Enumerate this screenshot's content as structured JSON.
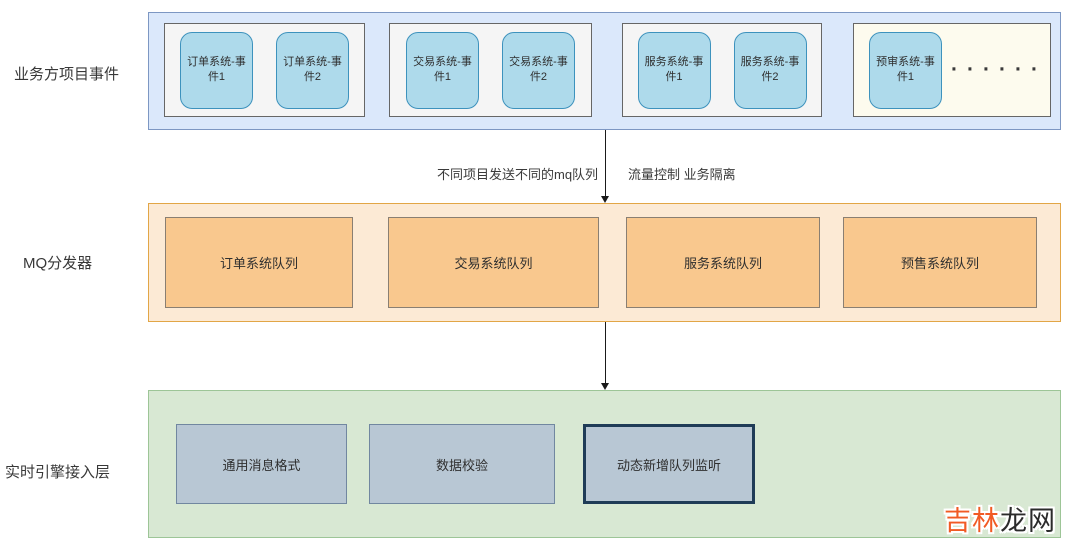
{
  "lanes": {
    "events": {
      "label": "业务方项目事件",
      "groups": [
        {
          "items": [
            "订单系统-事件1",
            "订单系统-事件2"
          ]
        },
        {
          "items": [
            "交易系统-事件1",
            "交易系统-事件2"
          ]
        },
        {
          "items": [
            "服务系统-事件1",
            "服务系统-事件2"
          ]
        },
        {
          "items": [
            "预审系统-事件1"
          ],
          "ellipsis": "······"
        }
      ]
    },
    "mq": {
      "label": "MQ分发器",
      "queues": [
        "订单系统队列",
        "交易系统队列",
        "服务系统队列",
        "预售系统队列"
      ]
    },
    "engine": {
      "label": "实时引擎接入层",
      "modules": [
        "通用消息格式",
        "数据校验",
        "动态新增队列监听"
      ],
      "highlighted_module": "动态新增队列监听"
    }
  },
  "annotations": {
    "arrow1_left": "不同项目发送不同的mq队列",
    "arrow1_right": "流量控制 业务隔离"
  },
  "watermark": {
    "prefix": "吉林",
    "suffix": "龙网"
  },
  "colors": {
    "events_lane_bg": "#dbe8fb",
    "events_lane_border": "#7d97c3",
    "group_bg": "#f5f5f5",
    "group_cream_bg": "#fdfbee",
    "group_border": "#666666",
    "event_box_bg": "#aedaeb",
    "event_box_border": "#3d92bd",
    "mq_lane_bg": "#fcead5",
    "mq_lane_border": "#e2a646",
    "queue_box_bg": "#f9c88e",
    "queue_box_border": "#8a7f72",
    "engine_lane_bg": "#d8e8d3",
    "engine_lane_border": "#9dc597",
    "module_box_bg": "#b8c7d4",
    "module_box_border": "#7187a0",
    "module_highlight_border": "#1f3c57",
    "watermark_accent": "#f15a24",
    "watermark_dark": "#2b2b2b",
    "arrow": "#1a1a1a"
  }
}
